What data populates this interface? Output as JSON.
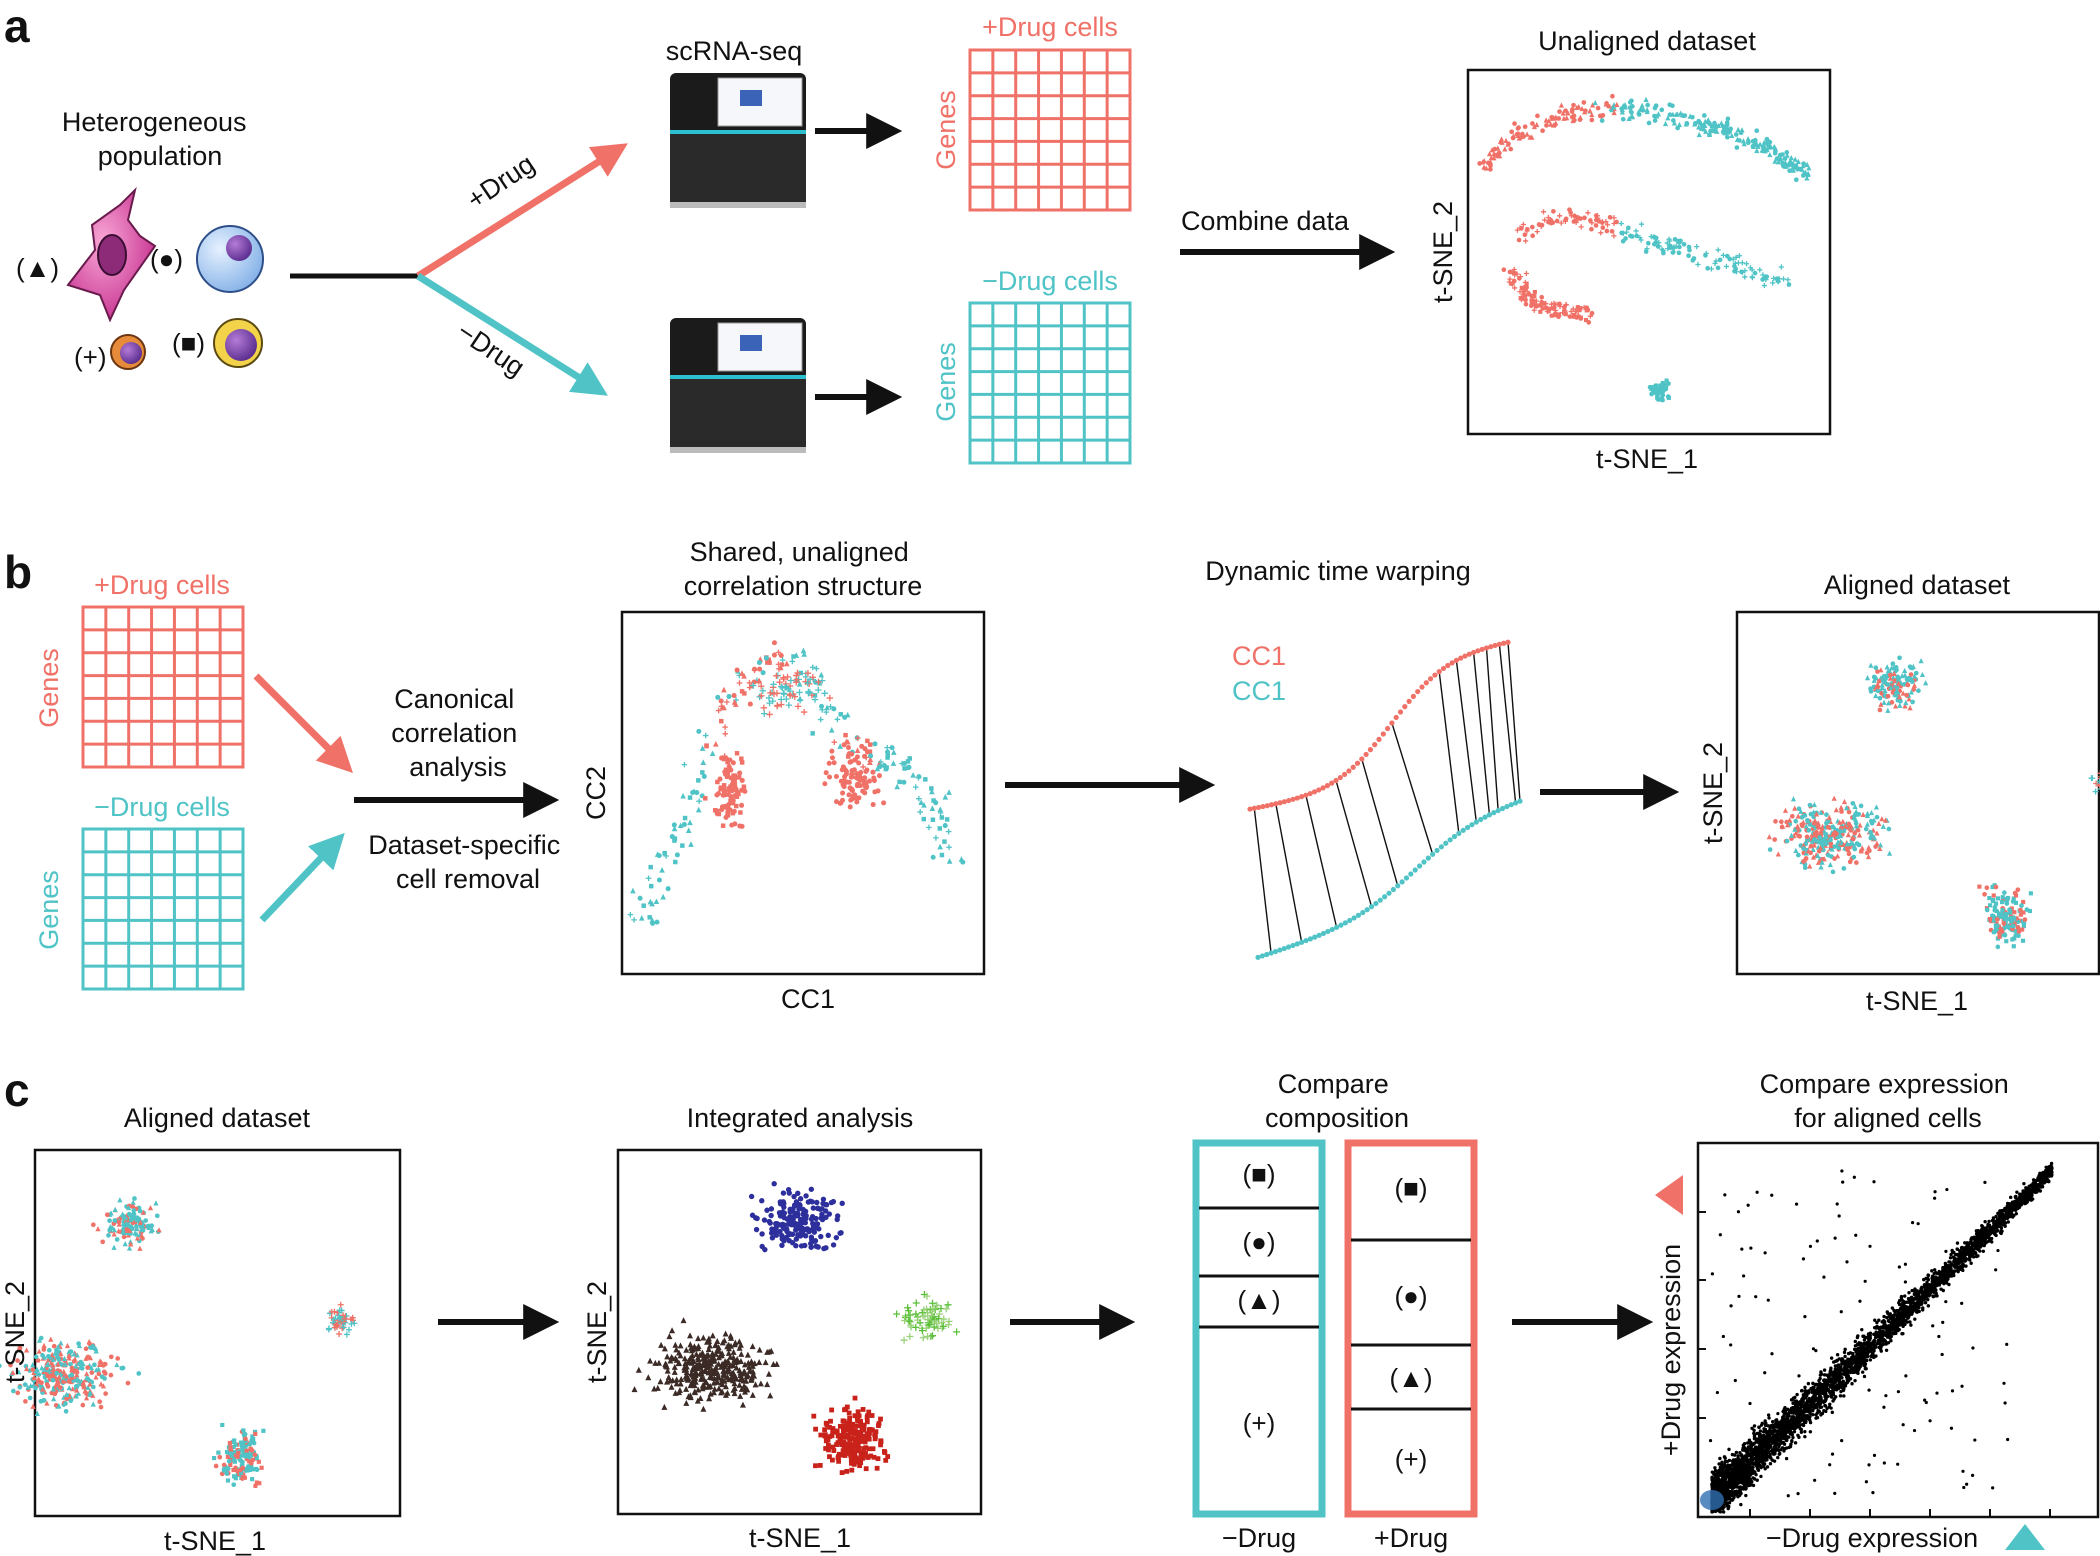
{
  "panels": {
    "a": {
      "letter": "a",
      "population_label": "Heterogeneous population",
      "population_label_lines": [
        "Heterogeneous",
        "population"
      ],
      "cell_markers": {
        "triangle": "(▲)",
        "circle": "(●)",
        "square": "(■)",
        "plus": "(+)"
      },
      "plus_drug": "+Drug",
      "minus_drug": "−Drug",
      "sequencer_label": "scRNA-seq",
      "plus_matrix_title": "+Drug cells",
      "minus_matrix_title": "−Drug cells",
      "genes_label": "Genes",
      "combine_label": "Combine data",
      "plot_title": "Unaligned dataset",
      "x_axis": "t-SNE_1",
      "y_axis": "t-SNE_2"
    },
    "b": {
      "letter": "b",
      "plus_matrix_title": "+Drug cells",
      "minus_matrix_title": "−Drug cells",
      "genes_label": "Genes",
      "cca_label_lines": [
        "Canonical",
        "correlation",
        "analysis"
      ],
      "removal_label_lines": [
        "Dataset-specific",
        "cell removal"
      ],
      "cc_plot_title_lines": [
        "Shared, unaligned",
        "correlation structure"
      ],
      "cc_x_axis": "CC1",
      "cc_y_axis": "CC2",
      "dtw_title": "Dynamic time warping",
      "dtw_series_red": "CC1",
      "dtw_series_teal": "CC1",
      "aligned_title": "Aligned dataset",
      "x_axis": "t-SNE_1",
      "y_axis": "t-SNE_2"
    },
    "c": {
      "letter": "c",
      "aligned_title": "Aligned dataset",
      "integrated_title": "Integrated analysis",
      "x_axis": "t-SNE_1",
      "y_axis": "t-SNE_2",
      "compare_title_lines": [
        "Compare",
        "composition"
      ],
      "minus_column": {
        "label": "−Drug",
        "rows": [
          "(■)",
          "(●)",
          "(▲)",
          "(+)"
        ]
      },
      "plus_column": {
        "label": "+Drug",
        "rows": [
          "(■)",
          "(●)",
          "(▲)",
          "(+)"
        ]
      },
      "expr_title_lines": [
        "Compare expression",
        "for aligned cells"
      ],
      "expr_x_axis": "−Drug expression",
      "expr_y_axis": "+Drug expression"
    }
  },
  "colors": {
    "plus_drug": "#f07167",
    "minus_drug": "#4fc3c6",
    "cluster_blue": "#2d2f9c",
    "cluster_brown": "#3b2a25",
    "cluster_green": "#5bbf3a",
    "cluster_red": "#c8221a"
  },
  "icons": [
    "triangle-cell-icon",
    "circle-cell-icon",
    "square-cell-icon",
    "plus-cell-icon",
    "sequencer-icon",
    "arrow-icon"
  ]
}
